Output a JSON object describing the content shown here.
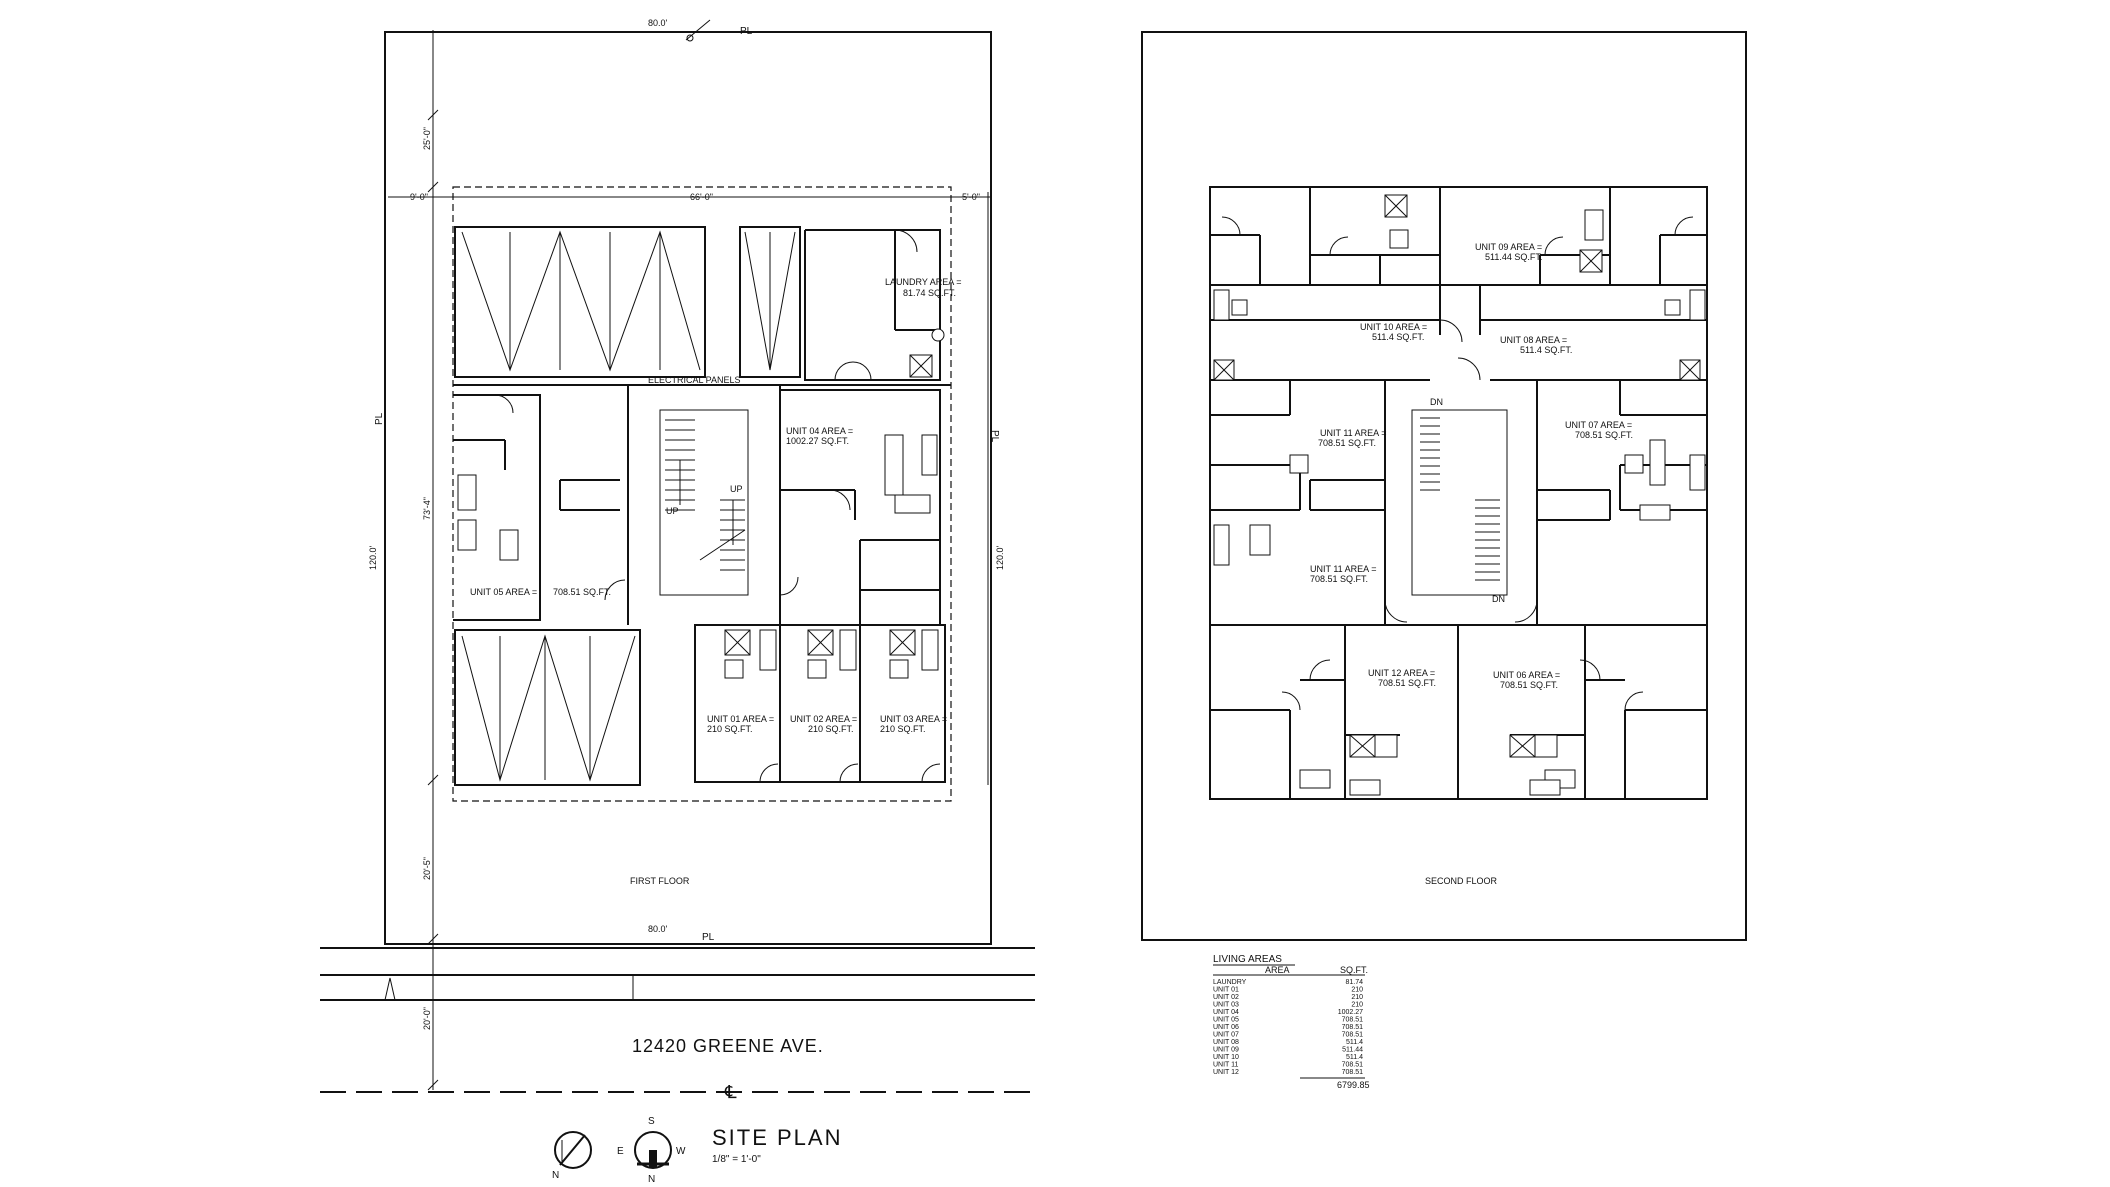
{
  "site_plan": {
    "title": "SITE PLAN",
    "scale": "1/8\" = 1'-0\"",
    "street": "12420 GREENE AVE.",
    "centerline": "℄",
    "property_line": "PL",
    "dims": {
      "top_width": "80.0'",
      "bottom_width": "80.0'",
      "rear_setback": "25'-0\"",
      "front_setback": "20'-5\"",
      "lot_depth_left": "120.0'",
      "lot_depth_right": "120.0'",
      "building_depth": "73'-4\"",
      "building_width": "66'-0\"",
      "side_left": "9'-0\"",
      "side_right": "5'-0\"",
      "sidewalk": "20'-0\""
    },
    "compass": {
      "n": "N",
      "s": "S",
      "e": "E",
      "w": "W"
    }
  },
  "first_floor": {
    "label": "FIRST FLOOR",
    "electrical": "ELECTRICAL PANELS",
    "stair_up": "UP",
    "stair_up2": "UP",
    "rooms": {
      "laundry": {
        "name": "LAUNDRY AREA =",
        "area": "81.74 SQ.FT."
      },
      "unit04": {
        "name": "UNIT 04 AREA =",
        "area": "1002.27 SQ.FT."
      },
      "unit05": {
        "name": "UNIT 05 AREA  =",
        "area": "708.51 SQ.FT."
      },
      "unit01": {
        "name": "UNIT 01 AREA =",
        "area": "210 SQ.FT."
      },
      "unit02": {
        "name": "UNIT 02 AREA =",
        "area": "210 SQ.FT."
      },
      "unit03": {
        "name": "UNIT 03 AREA =",
        "area": "210 SQ.FT."
      }
    }
  },
  "second_floor": {
    "label": "SECOND FLOOR",
    "stair_dn": "DN",
    "stair_dn2": "DN",
    "rooms": {
      "unit09": {
        "name": "UNIT 09 AREA =",
        "area": "511.44 SQ.FT."
      },
      "unit10": {
        "name": "UNIT 10 AREA =",
        "area": "511.4 SQ.FT."
      },
      "unit08": {
        "name": "UNIT 08 AREA =",
        "area": "511.4 SQ.FT."
      },
      "unit11a": {
        "name": "UNIT 11 AREA =",
        "area": "708.51 SQ.FT."
      },
      "unit07": {
        "name": "UNIT 07 AREA =",
        "area": "708.51 SQ.FT."
      },
      "unit11b": {
        "name": "UNIT 11 AREA =",
        "area": "708.51 SQ.FT."
      },
      "unit12": {
        "name": "UNIT 12 AREA =",
        "area": "708.51 SQ.FT."
      },
      "unit06": {
        "name": "UNIT 06 AREA =",
        "area": "708.51 SQ.FT."
      }
    }
  },
  "living_areas": {
    "title": "LIVING AREAS",
    "col_area": "AREA",
    "col_sqft": "SQ.FT.",
    "rows": [
      {
        "area": "LAUNDRY",
        "sqft": "81.74"
      },
      {
        "area": "UNIT 01",
        "sqft": "210"
      },
      {
        "area": "UNIT 02",
        "sqft": "210"
      },
      {
        "area": "UNIT 03",
        "sqft": "210"
      },
      {
        "area": "UNIT 04",
        "sqft": "1002.27"
      },
      {
        "area": "UNIT 05",
        "sqft": "708.51"
      },
      {
        "area": "UNIT 06",
        "sqft": "708.51"
      },
      {
        "area": "UNIT 07",
        "sqft": "708.51"
      },
      {
        "area": "UNIT 08",
        "sqft": "511.4"
      },
      {
        "area": "UNIT 09",
        "sqft": "511.44"
      },
      {
        "area": "UNIT 10",
        "sqft": "511.4"
      },
      {
        "area": "UNIT 11",
        "sqft": "708.51"
      },
      {
        "area": "UNIT 12",
        "sqft": "708.51"
      }
    ],
    "total": "6799.85"
  }
}
